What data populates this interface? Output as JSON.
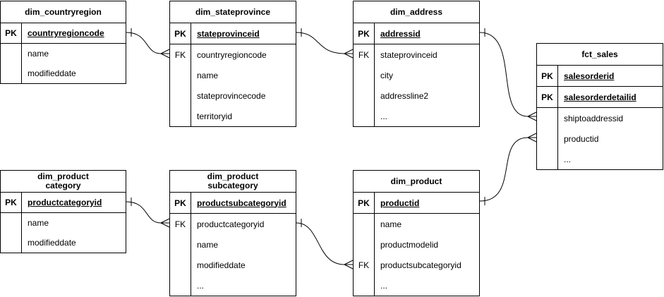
{
  "diagram": {
    "type": "entity-relationship-schema",
    "background_color": "#ffffff",
    "stroke_color": "#000000",
    "notation": "crows-foot",
    "tables": [
      {
        "id": "dim_countryregion",
        "name": "dim_countryregion",
        "rows": [
          {
            "key": "PK",
            "field": "countryregioncode"
          },
          {
            "key": "",
            "field": "name"
          },
          {
            "key": "",
            "field": "modifieddate"
          }
        ]
      },
      {
        "id": "dim_stateprovince",
        "name": "dim_stateprovince",
        "rows": [
          {
            "key": "PK",
            "field": "stateprovinceid"
          },
          {
            "key": "FK",
            "field": "countryregioncode"
          },
          {
            "key": "",
            "field": "name"
          },
          {
            "key": "",
            "field": "stateprovincecode"
          },
          {
            "key": "",
            "field": "territoryid"
          }
        ]
      },
      {
        "id": "dim_address",
        "name": "dim_address",
        "rows": [
          {
            "key": "PK",
            "field": "addressid"
          },
          {
            "key": "FK",
            "field": "stateprovinceid"
          },
          {
            "key": "",
            "field": "city"
          },
          {
            "key": "",
            "field": "addressline2"
          },
          {
            "key": "",
            "field": "..."
          }
        ]
      },
      {
        "id": "fct_sales",
        "name": "fct_sales",
        "rows": [
          {
            "key": "PK",
            "field": "salesorderid"
          },
          {
            "key": "PK",
            "field": "salesorderdetailid"
          },
          {
            "key": "",
            "field": "shiptoaddressid"
          },
          {
            "key": "",
            "field": "productid"
          },
          {
            "key": "",
            "field": "..."
          }
        ]
      },
      {
        "id": "dim_productcategory",
        "name": "dim_product\ncategory",
        "rows": [
          {
            "key": "PK",
            "field": "productcategoryid"
          },
          {
            "key": "",
            "field": "name"
          },
          {
            "key": "",
            "field": "modifieddate"
          }
        ]
      },
      {
        "id": "dim_productsubcategory",
        "name": "dim_product\nsubcategory",
        "rows": [
          {
            "key": "PK",
            "field": "productsubcategoryid"
          },
          {
            "key": "FK",
            "field": "productcategoryid"
          },
          {
            "key": "",
            "field": "name"
          },
          {
            "key": "",
            "field": "modifieddate"
          },
          {
            "key": "",
            "field": "..."
          }
        ]
      },
      {
        "id": "dim_product",
        "name": "dim_product",
        "rows": [
          {
            "key": "PK",
            "field": "productid"
          },
          {
            "key": "",
            "field": "name"
          },
          {
            "key": "",
            "field": "productmodelid"
          },
          {
            "key": "FK",
            "field": "productsubcategoryid"
          },
          {
            "key": "",
            "field": "..."
          }
        ]
      }
    ],
    "relationships": [
      {
        "from": "dim_countryregion.countryregioncode",
        "to": "dim_stateprovince.countryregioncode",
        "cardinality": "one-to-many"
      },
      {
        "from": "dim_stateprovince.stateprovinceid",
        "to": "dim_address.stateprovinceid",
        "cardinality": "one-to-many"
      },
      {
        "from": "dim_address.addressid",
        "to": "fct_sales.shiptoaddressid",
        "cardinality": "one-to-many"
      },
      {
        "from": "dim_product.productid",
        "to": "fct_sales.productid",
        "cardinality": "one-to-many"
      },
      {
        "from": "dim_productcategory.productcategoryid",
        "to": "dim_productsubcategory.productcategoryid",
        "cardinality": "one-to-many"
      },
      {
        "from": "dim_productsubcategory.productsubcategoryid",
        "to": "dim_product.productsubcategoryid",
        "cardinality": "one-to-many"
      }
    ]
  }
}
